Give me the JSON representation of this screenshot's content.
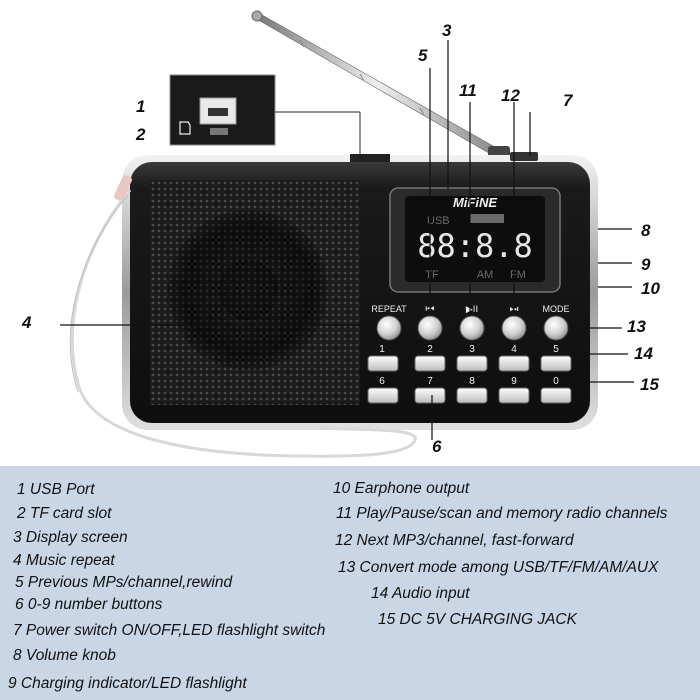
{
  "brand": "MiFiNE",
  "usb_port_label": "USB",
  "display": {
    "top_indicator": "USB",
    "digits": "88:8.8",
    "bottom_indicators": [
      "TF",
      "AM",
      "FM"
    ]
  },
  "controls": {
    "function_labels": [
      "REPEAT",
      "⏮",
      "▶II",
      "⏭",
      "MODE"
    ],
    "number_row_1": [
      "1",
      "2",
      "3",
      "4",
      "5"
    ],
    "number_row_2": [
      "6",
      "7",
      "8",
      "9",
      "0"
    ]
  },
  "callouts": [
    "1",
    "2",
    "3",
    "4",
    "5",
    "6",
    "7",
    "8",
    "9",
    "10",
    "11",
    "12",
    "13",
    "14",
    "15"
  ],
  "legend": [
    "1 USB Port",
    "2  TF card slot",
    "3  Display screen",
    "4 Music repeat",
    "5 Previous MPs/channel,rewind",
    "6 0-9 number buttons",
    "7 Power switch ON/OFF,LED flashlight switch",
    "8 Volume knob",
    "9 Charging indicator/LED flashlight",
    "10 Earphone output",
    "11 Play/Pause/scan and memory radio channels",
    "12 Next MP3/channel, fast-forward",
    "13 Convert mode among USB/TF/FM/AM/AUX",
    "14  Audio input",
    "15 DC 5V CHARGING JACK"
  ],
  "colors": {
    "legend_bg": "#c9d6e6",
    "body_dark": "#161616",
    "lcd_bg": "#0d0d0d",
    "lcd_segment": "#e6e6e6"
  }
}
